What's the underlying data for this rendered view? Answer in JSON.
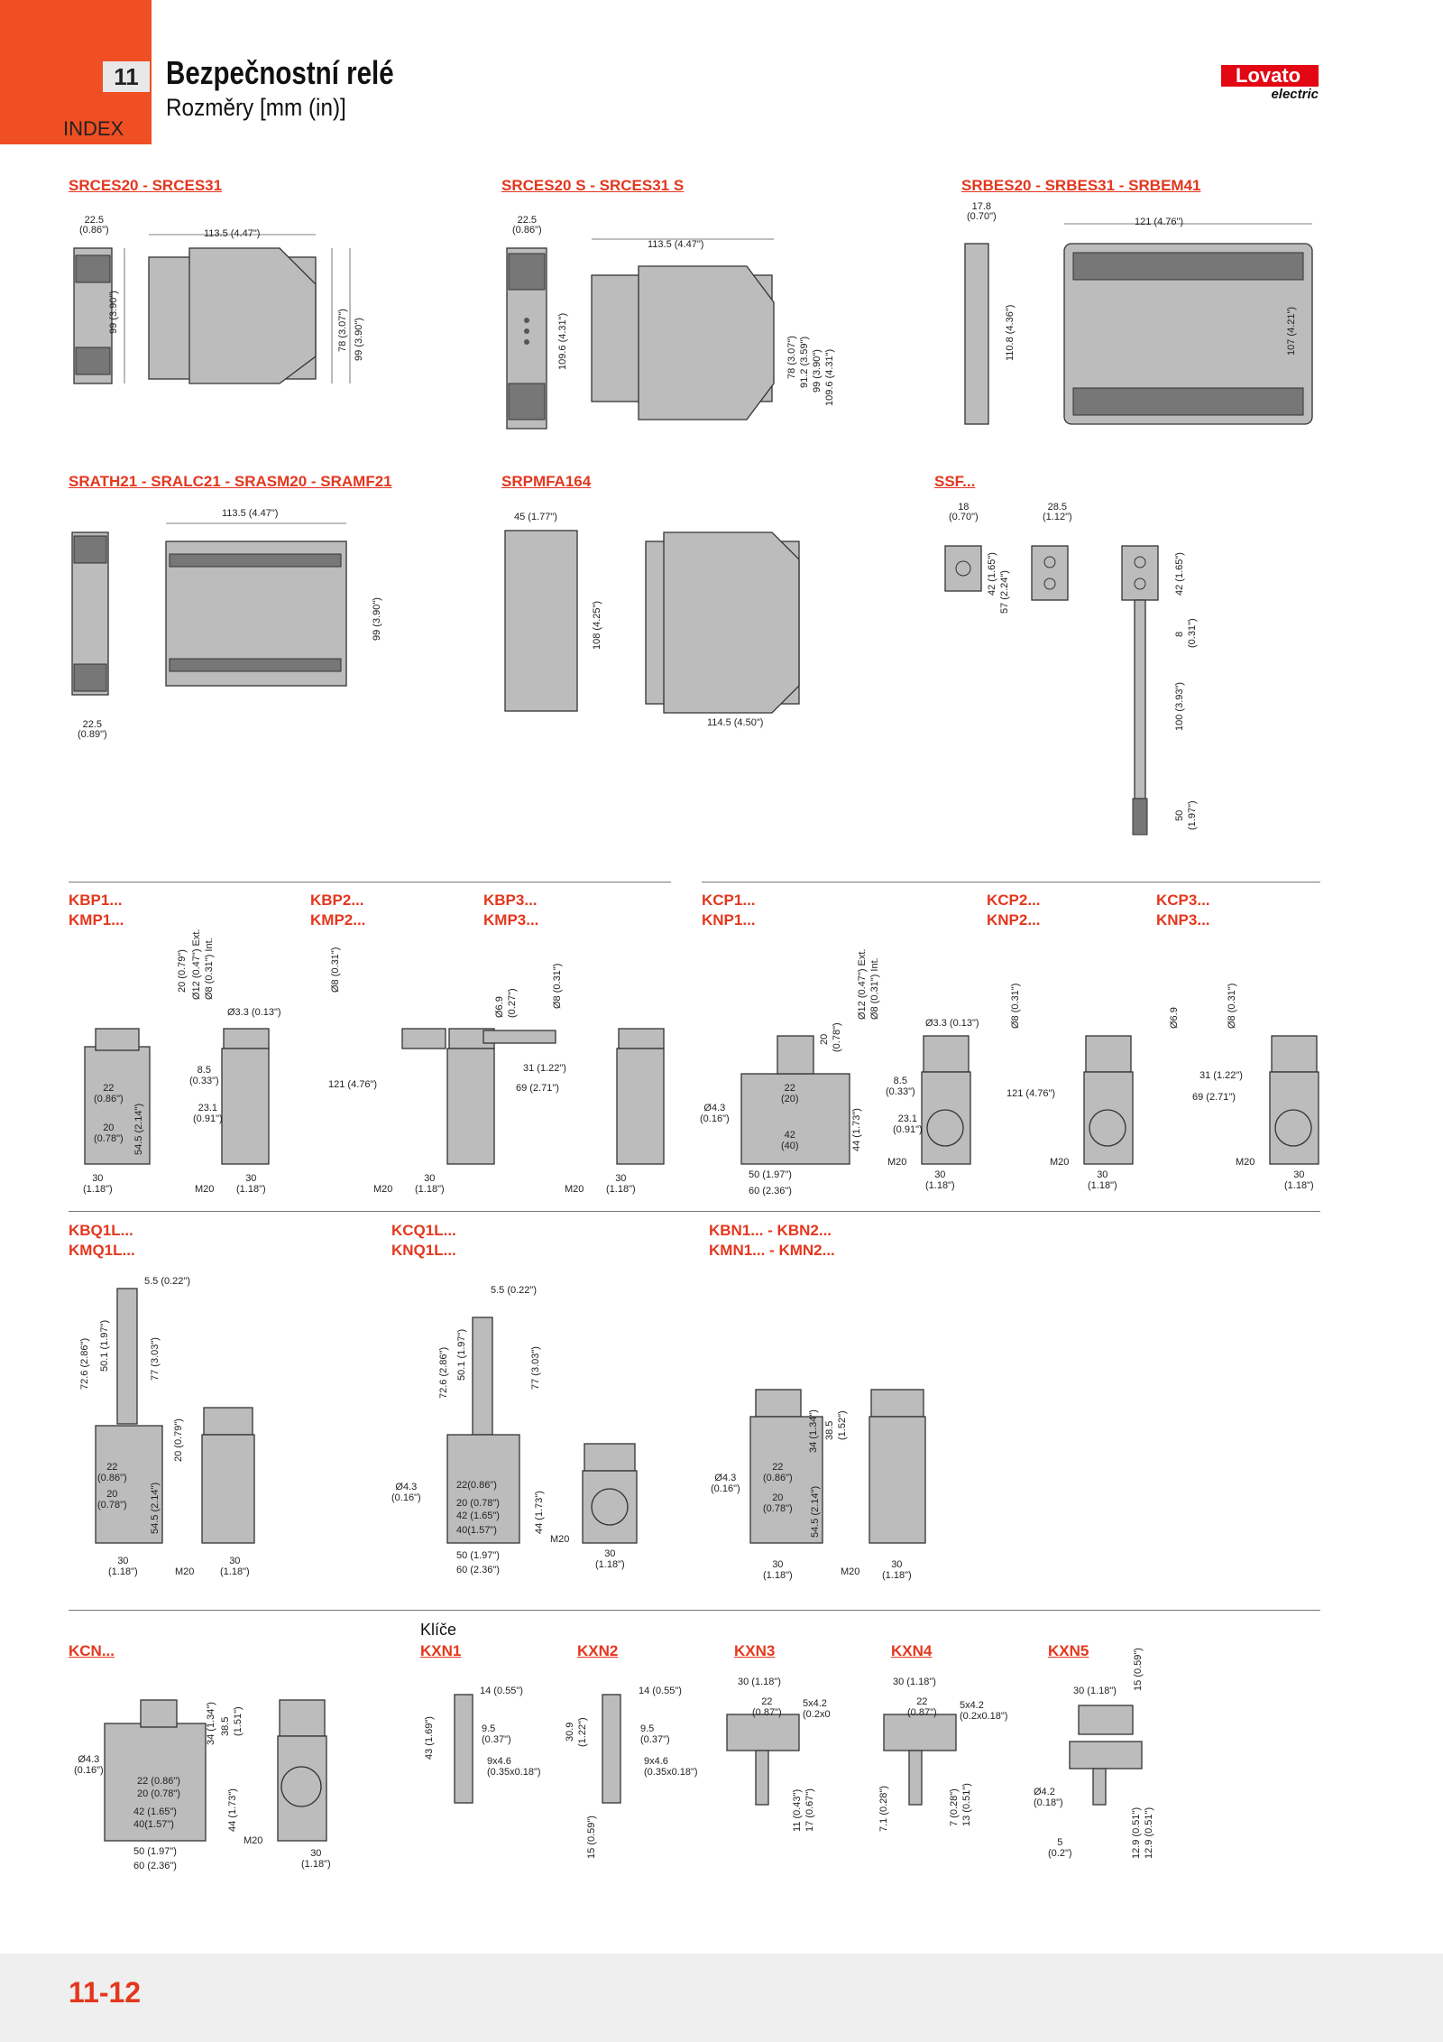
{
  "header": {
    "chapter": "11",
    "index_label": "INDEX",
    "title": "Bezpečnostní relé",
    "subtitle": "Rozměry [mm (in)]",
    "logo_text": "Lovato",
    "logo_sub": "electric"
  },
  "sections": {
    "s1": "SRCES20 - SRCES31",
    "s2": "SRCES20 S - SRCES31 S",
    "s3": "SRBES20 - SRBES31 - SRBEM41",
    "s4": "SRATH21 - SRALC21 - SRASM20 - SRAMF21",
    "s5": "SRPMFA164",
    "s6": "SSF...",
    "kbp1": "KBP1...",
    "kmp1": "KMP1...",
    "kbp2": "KBP2...",
    "kmp2": "KMP2...",
    "kbp3": "KBP3...",
    "kmp3": "KMP3...",
    "kcp1": "KCP1...",
    "knp1": "KNP1...",
    "kcp2": "KCP2...",
    "knp2": "KNP2...",
    "kcp3": "KCP3...",
    "knp3": "KNP3...",
    "kbq1l": "KBQ1L...",
    "kmq1l": "KMQ1L...",
    "kcq1l": "KCQ1L...",
    "knq1l": "KNQ1L...",
    "kbn": "KBN1... - KBN2...",
    "kmn": "KMN1... - KMN2...",
    "kcn": "KCN...",
    "keys_label": "Klíče",
    "kxn1": "KXN1",
    "kxn2": "KXN2",
    "kxn3": "KXN3",
    "kxn4": "KXN4",
    "kxn5": "KXN5"
  },
  "dims": {
    "d22_5": "22.5",
    "d0_86": "(0.86\")",
    "d113_5": "113.5 (4.47\")",
    "d99": "99 (3.90\")",
    "d78": "78 (3.07\")",
    "d109_6": "109.6 (4.31\")",
    "d91_2": "91.2 (3.59\")",
    "d17_8": "17.8",
    "d0_70": "(0.70\")",
    "d121": "121 (4.76\")",
    "d110_8": "110.8 (4.36\")",
    "d107": "107 (4.21\")",
    "d0_89": "(0.89\")",
    "d45": "45 (1.77\")",
    "d108": "108 (4.25\")",
    "d114_5": "114.5 (4.50\")",
    "d18": "18",
    "d28_5": "28.5",
    "d1_12": "(1.12\")",
    "d42": "42 (1.65\")",
    "d57": "57 (2.24\")",
    "d8": "8",
    "d0_31": "(0.31\")",
    "d100": "100 (3.93\")",
    "d50": "50",
    "d1_97": "(1.97\")",
    "d20": "20 (0.79\")",
    "d12": "Ø12 (0.47\") Ext.",
    "d8int": "Ø8 (0.31\") Int.",
    "d3_3": "Ø3.3 (0.13\")",
    "d8_5": "8.5",
    "d0_33": "(0.33\")",
    "d22": "22",
    "d23_1": "23.1",
    "d0_91": "(0.91\")",
    "d20b": "20",
    "d0_78": "(0.78\")",
    "d54_5": "54.5 (2.14\")",
    "d30": "30",
    "d1_18": "(1.18\")",
    "m20": "M20",
    "d8b": "Ø8 (0.31\")",
    "d6_9": "Ø6.9",
    "d0_27": "(0.27\")",
    "d31": "31 (1.22\")",
    "d69": "69 (2.71\")",
    "d4_3": "Ø4.3",
    "d0_16": "(0.16\")",
    "d44": "44 (1.73\")",
    "d50b": "50 (1.97\")",
    "d60": "60 (2.36\")",
    "d40": "(40)",
    "d5_5": "5.5 (0.22\")",
    "d72_6": "72.6 (2.86\")",
    "d50_1": "50.1 (1.97\")",
    "d77": "77 (3.03\")",
    "d34": "34 (1.34\")",
    "d38_5": "38.5",
    "d1_52": "(1.52\")",
    "d14": "14 (0.55\")",
    "d9_5": "9.5",
    "d0_37": "(0.37\")",
    "d9x4_6": "9x4.6",
    "d0_35": "(0.35x0.18\")",
    "d43": "43 (1.69\")",
    "d30_9": "30.9",
    "d1_22": "(1.22\")",
    "d15": "15 (0.59\")",
    "d30k": "30 (1.18\")",
    "d5x4_2": "5x4.2",
    "d0_2": "(0.2x0.18\")",
    "d11": "11 (0.43\")",
    "d17": "17 (0.67\")",
    "d7_1": "7.1 (0.28\")",
    "d7": "7 (0.28\")",
    "d13": "13 (0.51\")",
    "d4_2": "Ø4.2",
    "d0_18": "(0.18\")",
    "d12_9": "12.9 (0.51\")",
    "d5": "5",
    "d0_2b": "(0.2\")"
  },
  "footer": {
    "page_number": "11-12"
  }
}
